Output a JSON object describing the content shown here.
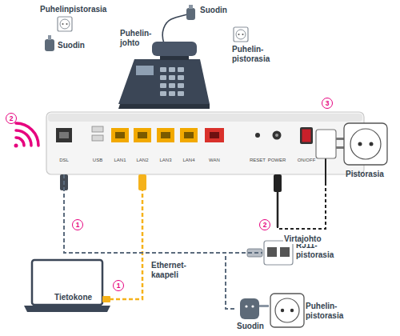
{
  "diagram": {
    "nodes": [
      {
        "text": [
          "DSL",
          "USB",
          "LAN1",
          "LAN2",
          "LAN3",
          "LAN4",
          "WAN",
          "RESET",
          "POWER",
          "ON/OFF"
        ]
      },
      {
        "text": [
          "Pistorasia"
        ]
      },
      {
        "text": [
          "Tietokone"
        ]
      },
      {
        "text": [
          "RJ11- pistorasia"
        ]
      },
      {
        "text": [
          "Suodin"
        ]
      },
      {
        "text": [
          "Puhelin- pistorasia"
        ]
      }
    ],
    "edges": [
      {
        "from": 0,
        "to": 2,
        "arrow": "none",
        "label": "Ethernet- kaapeli"
      },
      {
        "from": 0,
        "to": 1,
        "arrow": "none",
        "label": "Virtajohto"
      },
      {
        "from": 0,
        "to": 3,
        "arrow": "none"
      },
      {
        "from": 0,
        "to": 4,
        "arrow": "none"
      }
    ],
    "labels": [
      "Puhelinpistorasia",
      "Suodin",
      "Puhelin- johto",
      "Suodin",
      "Puhelin- pistorasia",
      "2",
      "3",
      "1",
      "2",
      "1"
    ]
  }
}
